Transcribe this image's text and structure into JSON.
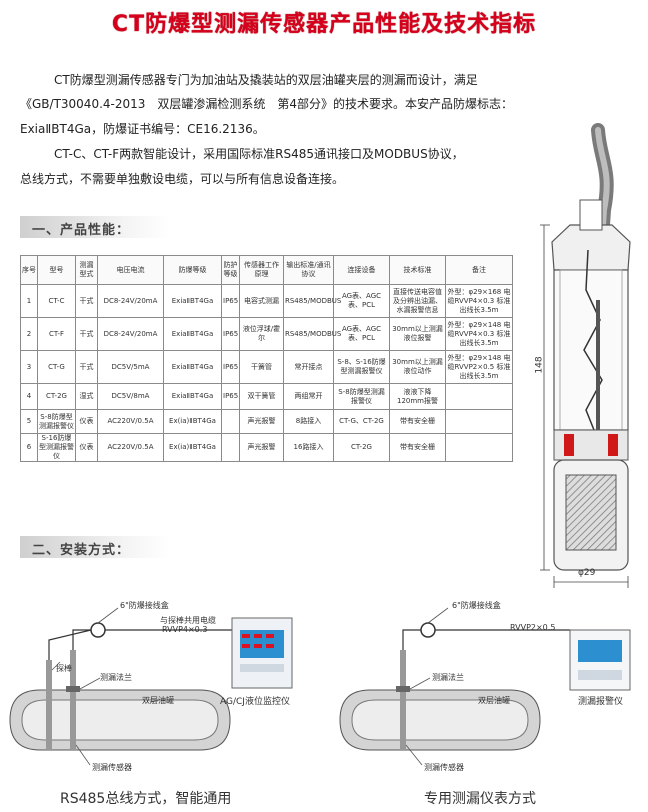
{
  "title": "CT防爆型测漏传感器产品性能及技术指标",
  "intro": [
    "CT防爆型测漏传感器专门为加油站及撬装站的双层油罐夹层的测漏而设计，满足",
    "《GB/T30040.4-2013　双层罐渗漏检测系统　第4部分》的技术要求。本安产品防爆标志：",
    "ExiaⅡBT4Ga，防爆证书编号：CE16.2136。",
    "CT-C、CT-F两款智能设计，采用国际标准RS485通讯接口及MODBUS协议，",
    "总线方式，不需要单独敷设电缆，可以与所有信息设备连接。"
  ],
  "section1": "一、产品性能：",
  "section2": "二、安装方式：",
  "table": {
    "headers": [
      "序号",
      "型号",
      "测漏型式",
      "电压电流",
      "防爆等级",
      "防护等级",
      "传感器工作原理",
      "输出标准/通讯协议",
      "连接设备",
      "技术标准",
      "备注"
    ],
    "rows": [
      [
        "1",
        "CT-C",
        "干式",
        "DC8-24V/20mA",
        "ExiaⅡBT4Ga",
        "IP65",
        "电容式测漏",
        "RS485/MODBUS",
        "AG表、AGC表、PCL",
        "直接传送电容值及分辨出油漏、水漏报警信息",
        "外型：φ29×168 电缆RVVP4×0.3 标准出线长3.5m"
      ],
      [
        "2",
        "CT-F",
        "干式",
        "DC8-24V/20mA",
        "ExiaⅡBT4Ga",
        "IP65",
        "液位浮球/霍尔",
        "RS485/MODBUS",
        "AG表、AGC表、PCL",
        "30mm以上测漏液位报警",
        "外型：φ29×148 电缆RVVP4×0.3 标准出线长3.5m"
      ],
      [
        "3",
        "CT-G",
        "干式",
        "DC5V/5mA",
        "ExiaⅡBT4Ga",
        "IP65",
        "干簧管",
        "常开接点",
        "S-8、S-16防爆型测漏报警仪",
        "30mm以上测漏液位动作",
        "外型：φ29×148 电缆RVVP2×0.5 标准出线长3.5m"
      ],
      [
        "4",
        "CT-2G",
        "湿式",
        "DC5V/8mA",
        "ExiaⅡBT4Ga",
        "IP65",
        "双干簧管",
        "两组常开",
        "S-8防爆型测漏报警仪",
        "液液下降120mm报警",
        ""
      ],
      [
        "5",
        "S-8防爆型测漏报警仪",
        "仪表",
        "AC220V/0.5A",
        "Ex(ia)ⅡBT4Ga",
        "",
        "声光报警",
        "8路接入",
        "CT-G、CT-2G",
        "带有安全栅",
        ""
      ],
      [
        "6",
        "S-16防爆型测漏报警仪",
        "仪表",
        "AC220V/0.5A",
        "Ex(ia)ⅡBT4Ga",
        "",
        "声光报警",
        "16路接入",
        "CT-2G",
        "带有安全栅",
        ""
      ]
    ]
  },
  "device": {
    "height_label": "148",
    "diameter_label": "φ29"
  },
  "left_diagram": {
    "box_label": "6\"防爆接线盒",
    "cable_label": "与探棒共用电缆",
    "cable_spec": "RVVP4×0.3",
    "probe_label": "探棒",
    "flange_label": "测漏法兰",
    "tank_label": "双层油罐",
    "sensor_label": "测漏传感器",
    "monitor_label": "AG/CJ液位监控仪",
    "caption": "RS485总线方式，智能通用"
  },
  "right_diagram": {
    "box_label": "6\"防爆接线盒",
    "cable_spec": "RVVP2×0.5",
    "flange_label": "测漏法兰",
    "tank_label": "双层油罐",
    "sensor_label": "测漏传感器",
    "monitor_label": "测漏报警仪",
    "caption": "专用测漏仪表方式"
  },
  "colors": {
    "title": "#d6001c",
    "tank": "#cfcfcf",
    "monitor_screen": "#1d8fd1"
  }
}
